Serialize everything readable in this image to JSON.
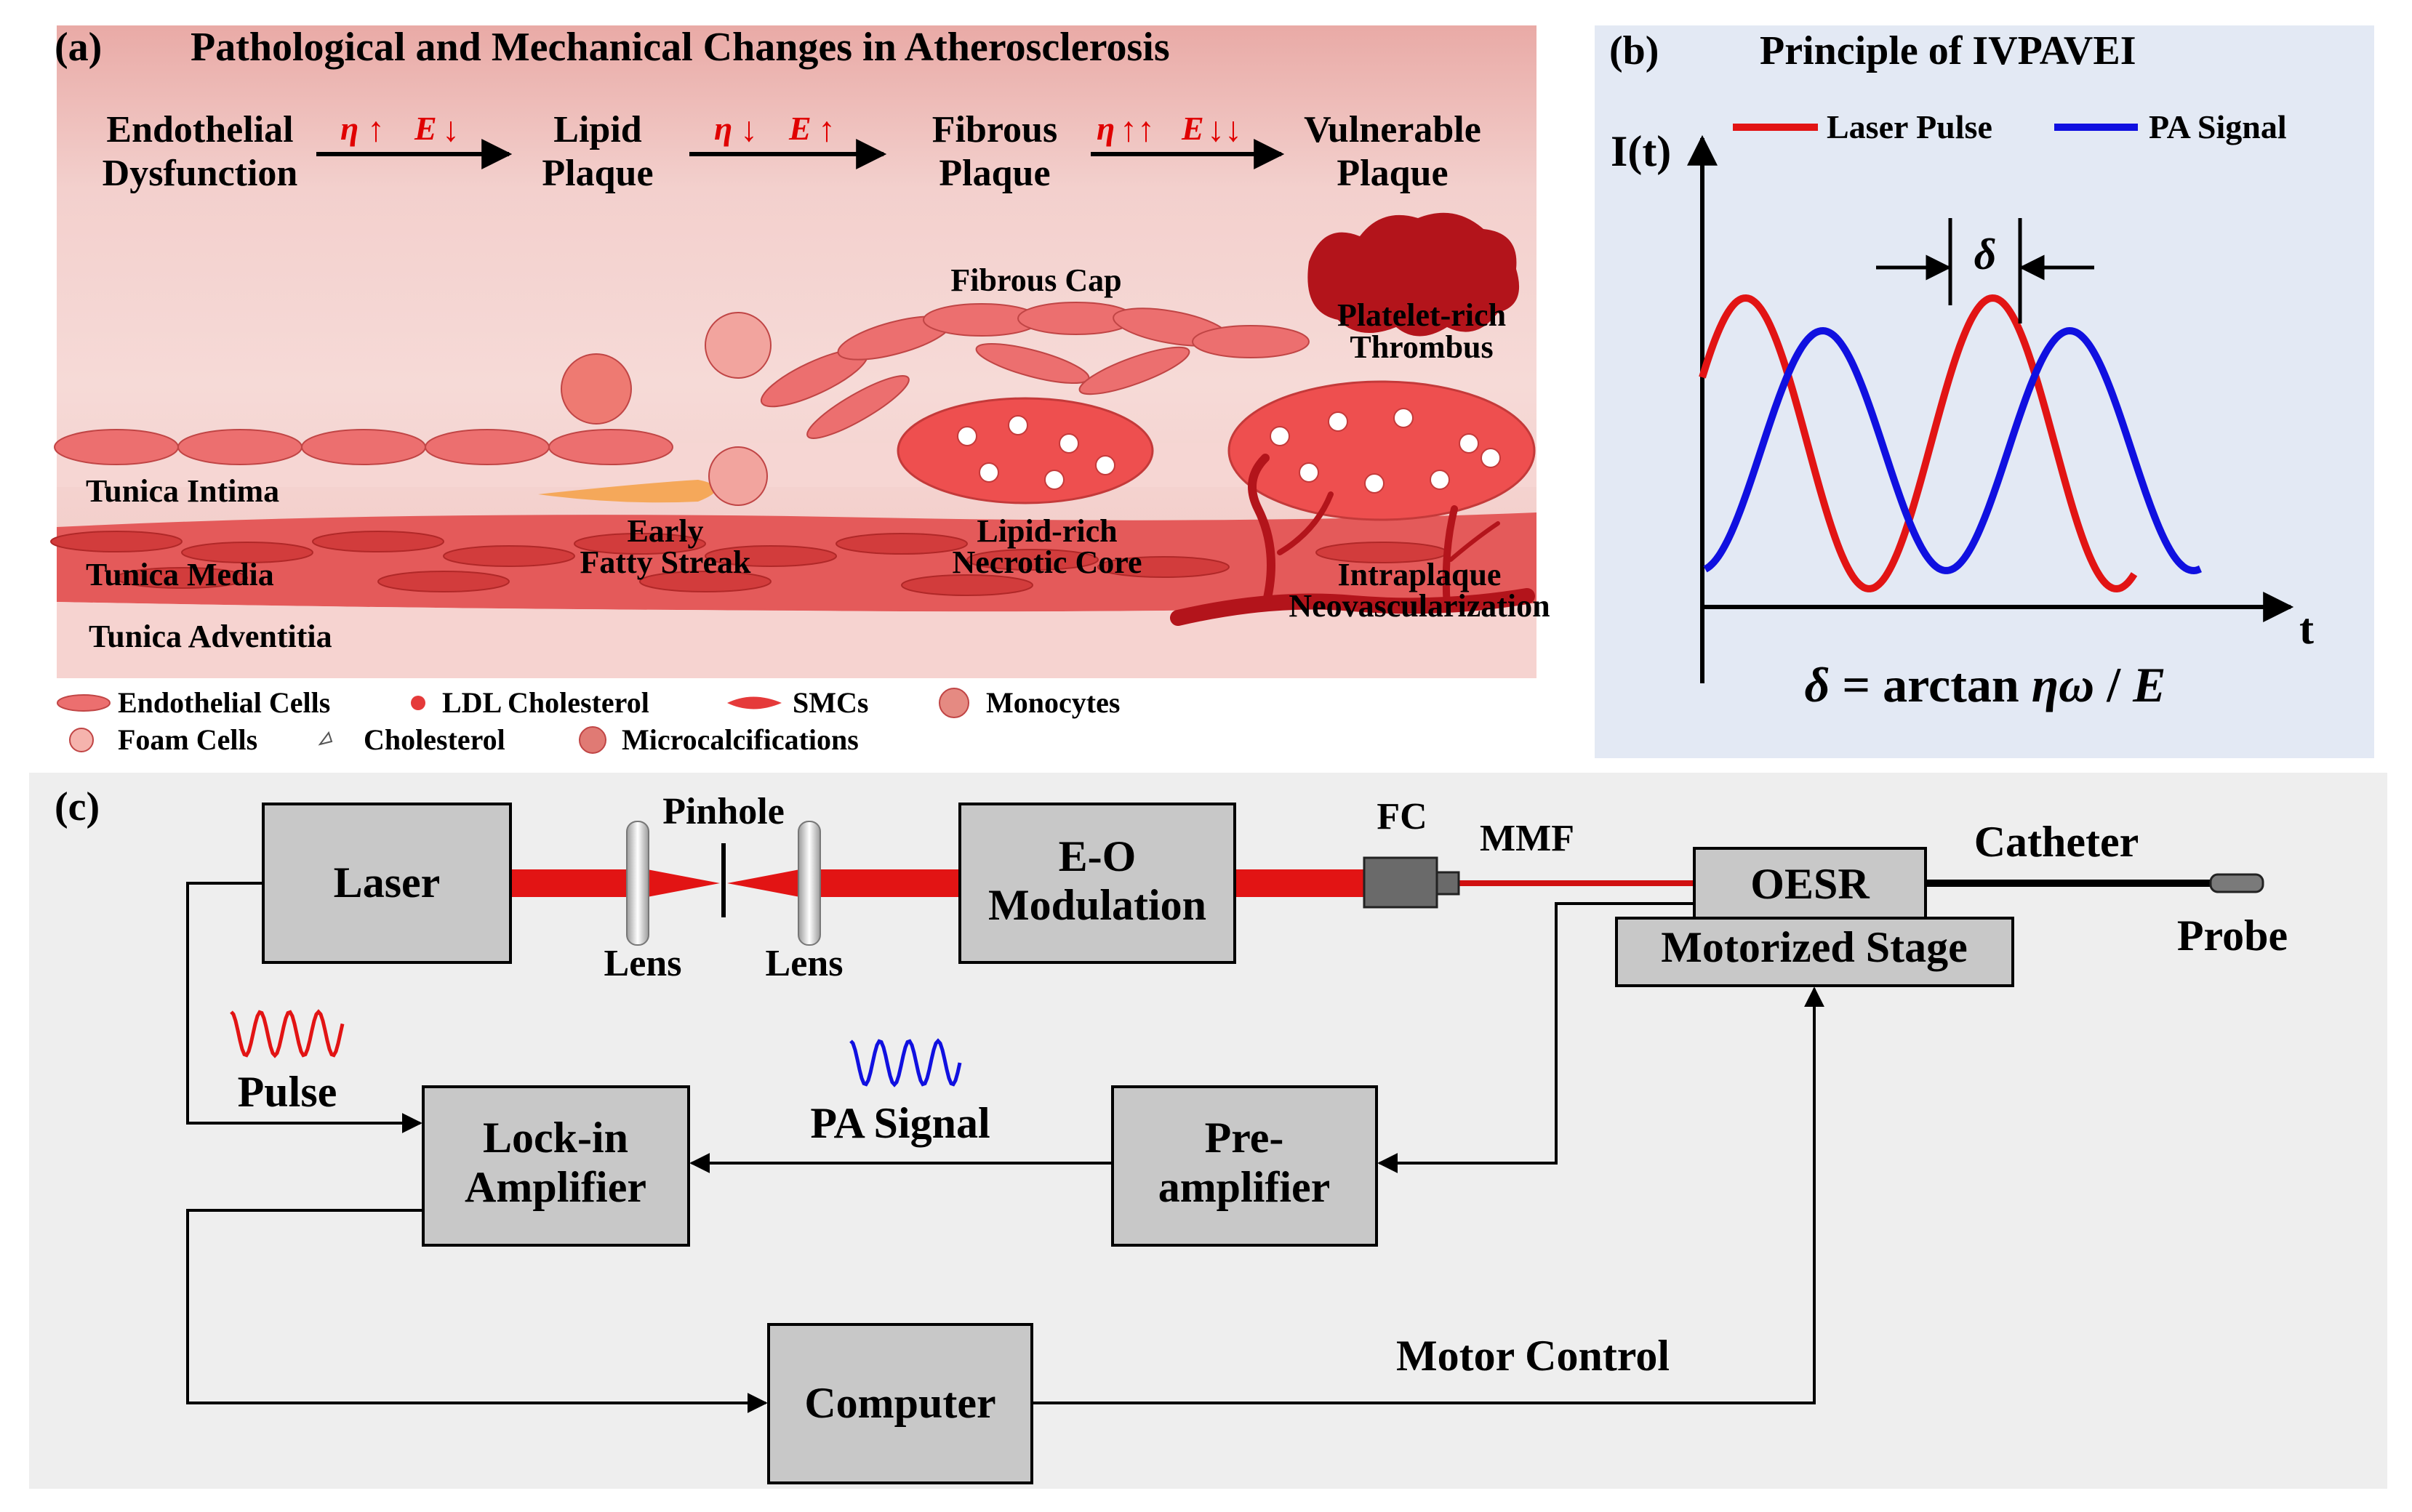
{
  "colors": {
    "panel_a_bg": "#f2c9c6",
    "panel_b_bg": "#e3e9f4",
    "panel_c_bg": "#eeeeee",
    "box_fill": "#c8c8c8",
    "beam": "#e21414",
    "laser_wave": "#e21414",
    "pa_wave": "#1010e0",
    "cell": "#e85a5a",
    "thrombus": "#b3141b",
    "arrow_red": "#e00000"
  },
  "panel_a": {
    "label": "(a)",
    "title": "Pathological and Mechanical Changes in Atherosclerosis",
    "stages": [
      {
        "line1": "Endothelial",
        "line2": "Dysfunction"
      },
      {
        "line1": "Lipid",
        "line2": "Plaque"
      },
      {
        "line1": "Fibrous",
        "line2": "Plaque"
      },
      {
        "line1": "Vulnerable",
        "line2": "Plaque"
      }
    ],
    "transitions": [
      {
        "eta": "η",
        "eta_arrows": "↑",
        "e": "E",
        "e_arrows": "↓"
      },
      {
        "eta": "η",
        "eta_arrows": "↓",
        "e": "E",
        "e_arrows": "↑"
      },
      {
        "eta": "η",
        "eta_arrows": "↑↑",
        "e": "E",
        "e_arrows": "↓↓"
      }
    ],
    "labels": {
      "fibrous_cap": "Fibrous Cap",
      "thrombus_1": "Platelet-rich",
      "thrombus_2": "Thrombus",
      "intima": "Tunica Intima",
      "media": "Tunica Media",
      "adventitia": "Tunica Adventitia",
      "streak_1": "Early",
      "streak_2": "Fatty Streak",
      "core_1": "Lipid-rich",
      "core_2": "Necrotic Core",
      "neo_1": "Intraplaque",
      "neo_2": "Neovascularization"
    },
    "legend": [
      {
        "label": "Endothelial Cells",
        "icon": "endothelial-cell-icon"
      },
      {
        "label": "LDL Cholesterol",
        "icon": "ldl-icon"
      },
      {
        "label": "SMCs",
        "icon": "smc-icon"
      },
      {
        "label": "Monocytes",
        "icon": "monocyte-icon"
      },
      {
        "label": "Foam Cells",
        "icon": "foam-cell-icon"
      },
      {
        "label": "Cholesterol",
        "icon": "cholesterol-icon"
      },
      {
        "label": "Microcalcifications",
        "icon": "microcalcification-icon"
      }
    ]
  },
  "panel_b": {
    "label": "(b)",
    "title": "Principle of IVPAVEI",
    "y_axis": "I(t)",
    "x_axis": "t",
    "legend": [
      {
        "label": "Laser Pulse",
        "color": "#e21414"
      },
      {
        "label": "PA Signal",
        "color": "#1010e0"
      }
    ],
    "delta": "δ",
    "equation": {
      "lhs": "δ",
      "eq": " = arctan ",
      "eta_omega": "ηω",
      "slash": " / ",
      "e": "E"
    }
  },
  "panel_c": {
    "label": "(c)",
    "boxes": {
      "laser": "Laser",
      "eo_1": "E-O",
      "eo_2": "Modulation",
      "oesr": "OESR",
      "stage": "Motorized Stage",
      "lockin_1": "Lock-in",
      "lockin_2": "Amplifier",
      "pre_1": "Pre-",
      "pre_2": "amplifier",
      "computer": "Computer"
    },
    "labels": {
      "pinhole": "Pinhole",
      "lens_left": "Lens",
      "lens_right": "Lens",
      "fc": "FC",
      "mmf": "MMF",
      "catheter": "Catheter",
      "probe": "Probe",
      "pulse": "Pulse",
      "pa_signal": "PA Signal",
      "motor_control": "Motor Control"
    }
  }
}
